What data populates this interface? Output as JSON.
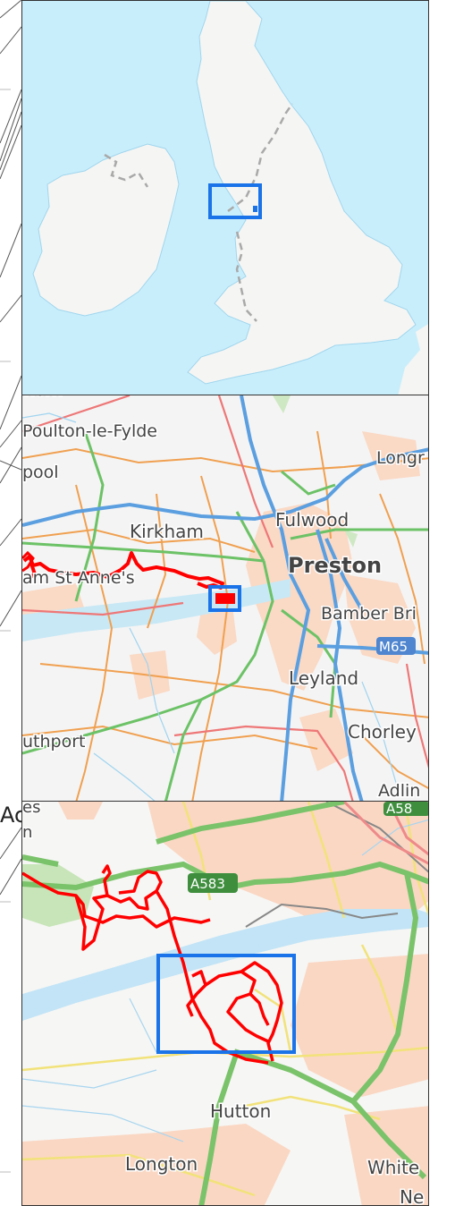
{
  "overview": {
    "extent_box_color": "#1a73e8"
  },
  "regional": {
    "labels": {
      "poulton": "Poulton-le-Fylde",
      "blackpool": "pool",
      "kirkham": "Kirkham",
      "fulwood": "Fulwood",
      "preston": "Preston",
      "lytham": "am St Anne's",
      "longridge": "Longr",
      "bamber": "Bamber Bri",
      "leyland": "Leyland",
      "southport": "uthport",
      "chorley": "Chorley",
      "adlington": "Adlin",
      "top_cut": "horn"
    },
    "motorway_shield": "M65",
    "extent_box_color": "#1a73e8",
    "track_color": "#ff0000"
  },
  "detail": {
    "labels": {
      "hutton": "Hutton",
      "longton": "Longton",
      "white": "White",
      "ne": "Ne",
      "top_cut": "es",
      "top_cut2": "n"
    },
    "road_shield": "A583",
    "road_shield_top": "A58",
    "extent_box_color": "#1a73e8",
    "track_color": "#ff0000"
  },
  "left_edge_text": "Ac"
}
